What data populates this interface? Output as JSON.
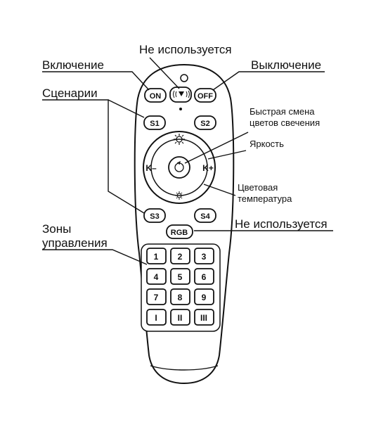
{
  "labels": {
    "not_used_top": "Не используется",
    "power_on": "Включение",
    "power_off": "Выключение",
    "scenes": "Сценарии",
    "fast_color_line1": "Быстрая смена",
    "fast_color_line2": "цветов свечения",
    "brightness": "Яркость",
    "color_temp_line1": "Цветовая",
    "color_temp_line2": "температура",
    "not_used_rgb": "Не используется",
    "zones_line1": "Зоны",
    "zones_line2": "управления"
  },
  "buttons": {
    "on": "ON",
    "off": "OFF",
    "s1": "S1",
    "s2": "S2",
    "s3": "S3",
    "s4": "S4",
    "rgb": "RGB",
    "k_minus": "K–",
    "k_plus": "K+",
    "zones": [
      "1",
      "2",
      "3",
      "4",
      "5",
      "6",
      "7",
      "8",
      "9",
      "I",
      "II",
      "III"
    ]
  }
}
